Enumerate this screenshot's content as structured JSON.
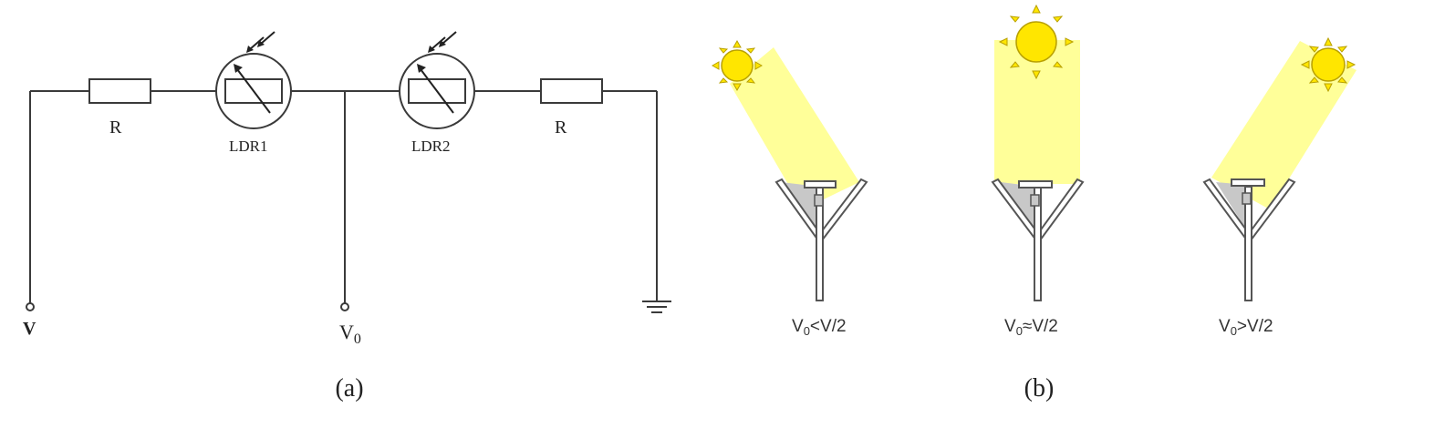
{
  "panel_a": {
    "caption": "(a)",
    "resistor_left_label": "R",
    "resistor_right_label": "R",
    "ldr1_label": "LDR1",
    "ldr2_label": "LDR2",
    "supply_label": "V",
    "output_label_main": "V",
    "output_label_sub": "0"
  },
  "panel_b": {
    "caption": "(b)",
    "cases": [
      {
        "label_main": "V",
        "label_sub": "0",
        "label_rest": "<V/2"
      },
      {
        "label_main": "V",
        "label_sub": "0",
        "label_rest": "≈V/2"
      },
      {
        "label_main": "V",
        "label_sub": "0",
        "label_rest": ">V/2"
      }
    ]
  },
  "colors": {
    "wire": "#3a3a3a",
    "sun_fill": "#ffe600",
    "sun_stroke": "#b8a000",
    "light_beam": "#ffff99",
    "shadow": "#c8c8c8"
  }
}
